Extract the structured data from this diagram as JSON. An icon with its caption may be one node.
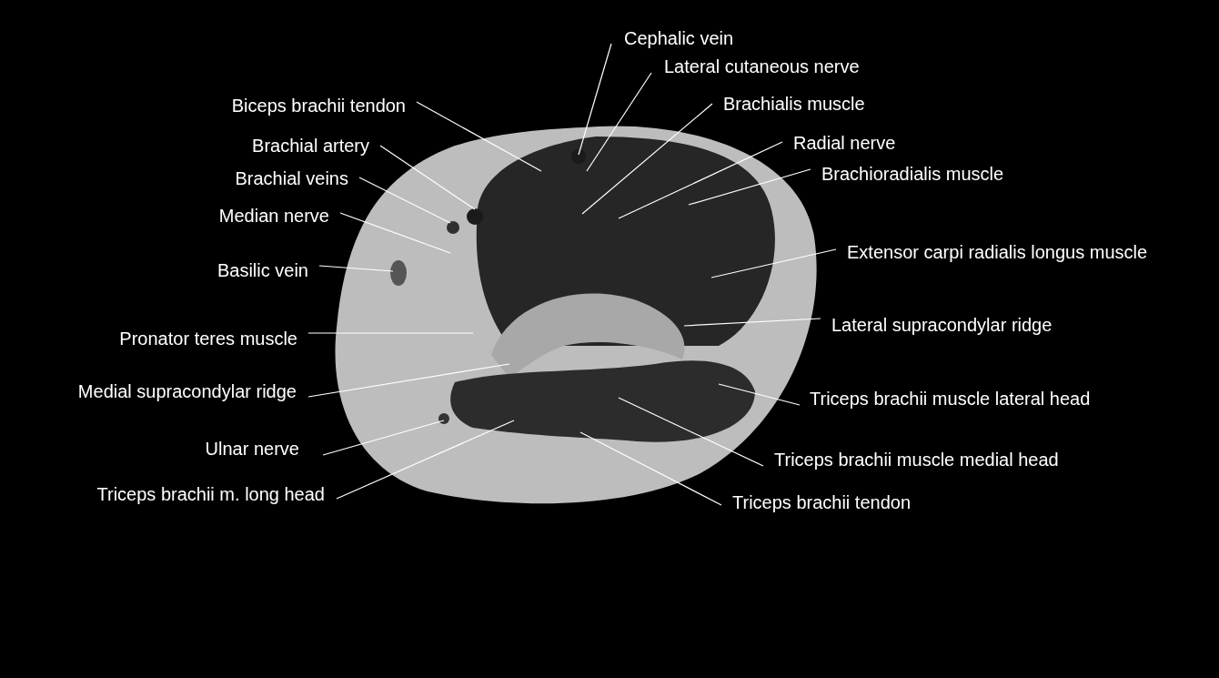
{
  "diagram": {
    "nodes": [
      {
        "text": [
          "Cephalic vein"
        ]
      },
      {
        "text": [
          "Lateral cutaneous nerve"
        ]
      },
      {
        "text": [
          "Biceps brachii tendon"
        ]
      },
      {
        "text": [
          "Brachialis muscle"
        ]
      },
      {
        "text": [
          "Brachial artery"
        ]
      },
      {
        "text": [
          "Radial nerve"
        ]
      },
      {
        "text": [
          "Brachioradialis muscle"
        ]
      },
      {
        "text": [
          "Brachial veins"
        ]
      },
      {
        "text": [
          "Median nerve"
        ]
      },
      {
        "text": [
          "Extensor carpi radialis longus muscle"
        ]
      },
      {
        "text": [
          "Basilic vein"
        ]
      },
      {
        "text": [
          "Lateral supracondylar ridge"
        ]
      },
      {
        "text": [
          "Pronator teres muscle"
        ]
      },
      {
        "text": [
          "Medial supracondylar ridge"
        ]
      },
      {
        "text": [
          "Triceps brachii muscle lateral head"
        ]
      },
      {
        "text": [
          "Ulnar nerve"
        ]
      },
      {
        "text": [
          "Triceps brachii muscle medial head"
        ]
      },
      {
        "text": [
          "Triceps brachii m. long head"
        ]
      },
      {
        "text": [
          "Triceps brachii tendon"
        ]
      }
    ],
    "edges": [
      {
        "from": 0,
        "to": null,
        "arrow": "none"
      },
      {
        "from": 1,
        "to": null,
        "arrow": "none"
      },
      {
        "from": 2,
        "to": null,
        "arrow": "none"
      },
      {
        "from": 3,
        "to": null,
        "arrow": "none"
      },
      {
        "from": 4,
        "to": null,
        "arrow": "none"
      },
      {
        "from": 5,
        "to": null,
        "arrow": "none"
      },
      {
        "from": 6,
        "to": null,
        "arrow": "none"
      },
      {
        "from": 7,
        "to": null,
        "arrow": "none"
      },
      {
        "from": 8,
        "to": null,
        "arrow": "none"
      },
      {
        "from": 9,
        "to": null,
        "arrow": "none"
      },
      {
        "from": 10,
        "to": null,
        "arrow": "none"
      },
      {
        "from": 11,
        "to": null,
        "arrow": "none"
      },
      {
        "from": 12,
        "to": null,
        "arrow": "none"
      },
      {
        "from": 13,
        "to": null,
        "arrow": "none"
      },
      {
        "from": 14,
        "to": null,
        "arrow": "none"
      },
      {
        "from": 15,
        "to": null,
        "arrow": "none"
      },
      {
        "from": 16,
        "to": null,
        "arrow": "none"
      },
      {
        "from": 17,
        "to": null,
        "arrow": "none"
      },
      {
        "from": 18,
        "to": null,
        "arrow": "none"
      }
    ]
  }
}
